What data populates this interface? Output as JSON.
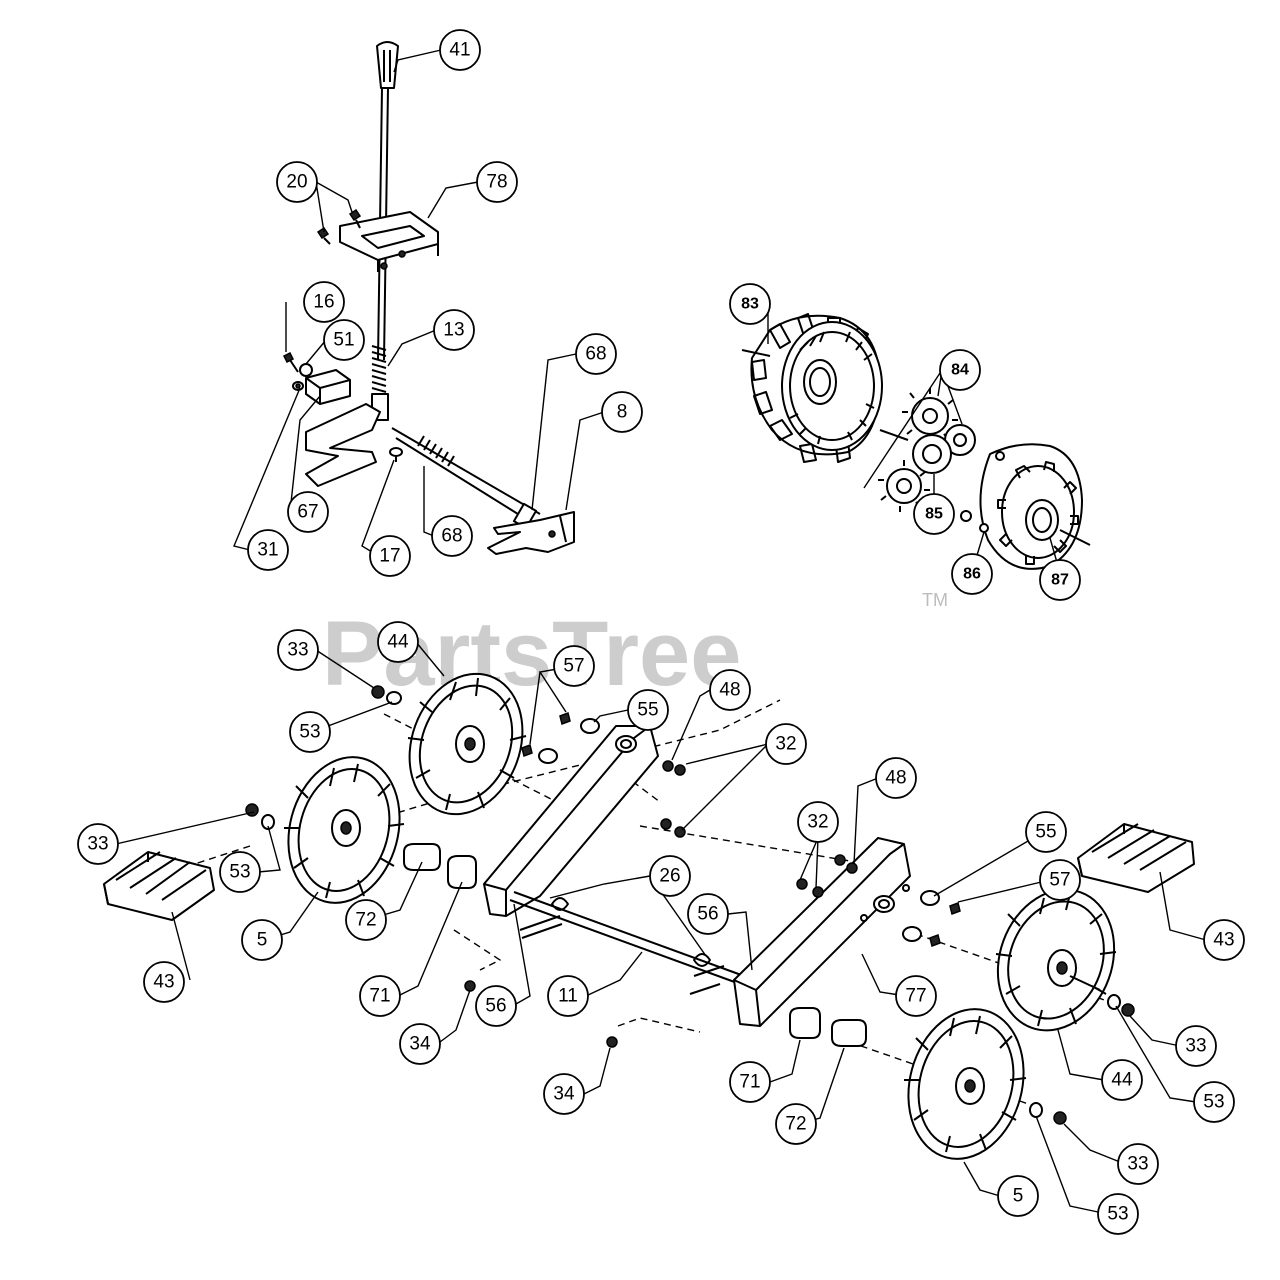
{
  "watermark": {
    "text": "PartsTree",
    "trademark": "TM"
  },
  "callouts": {
    "c41": "41",
    "c20": "20",
    "c78": "78",
    "c16": "16",
    "c51": "51",
    "c13": "13",
    "c68a": "68",
    "c8": "8",
    "c67": "67",
    "c31": "31",
    "c17": "17",
    "c68b": "68",
    "c83": "83",
    "c84": "84",
    "c85": "85",
    "c86": "86",
    "c87": "87",
    "c33a": "33",
    "c44a": "44",
    "c57a": "57",
    "c48a": "48",
    "c55a": "55",
    "c53a": "53",
    "c32a": "32",
    "c33b": "33",
    "c53b": "53",
    "c43a": "43",
    "c5a": "5",
    "c72a": "72",
    "c71a": "71",
    "c34a": "34",
    "c56a": "56",
    "c26": "26",
    "c11": "11",
    "c56b": "56",
    "c32b": "32",
    "c48b": "48",
    "c55b": "55",
    "c57b": "57",
    "c43b": "43",
    "c77": "77",
    "c33c": "33",
    "c44b": "44",
    "c53c": "53",
    "c34b": "34",
    "c71b": "71",
    "c72b": "72",
    "c33d": "33",
    "c5b": "5",
    "c53d": "53"
  },
  "colors": {
    "ink": "#000000",
    "watermark": "#bdbdbd",
    "background": "#ffffff"
  }
}
